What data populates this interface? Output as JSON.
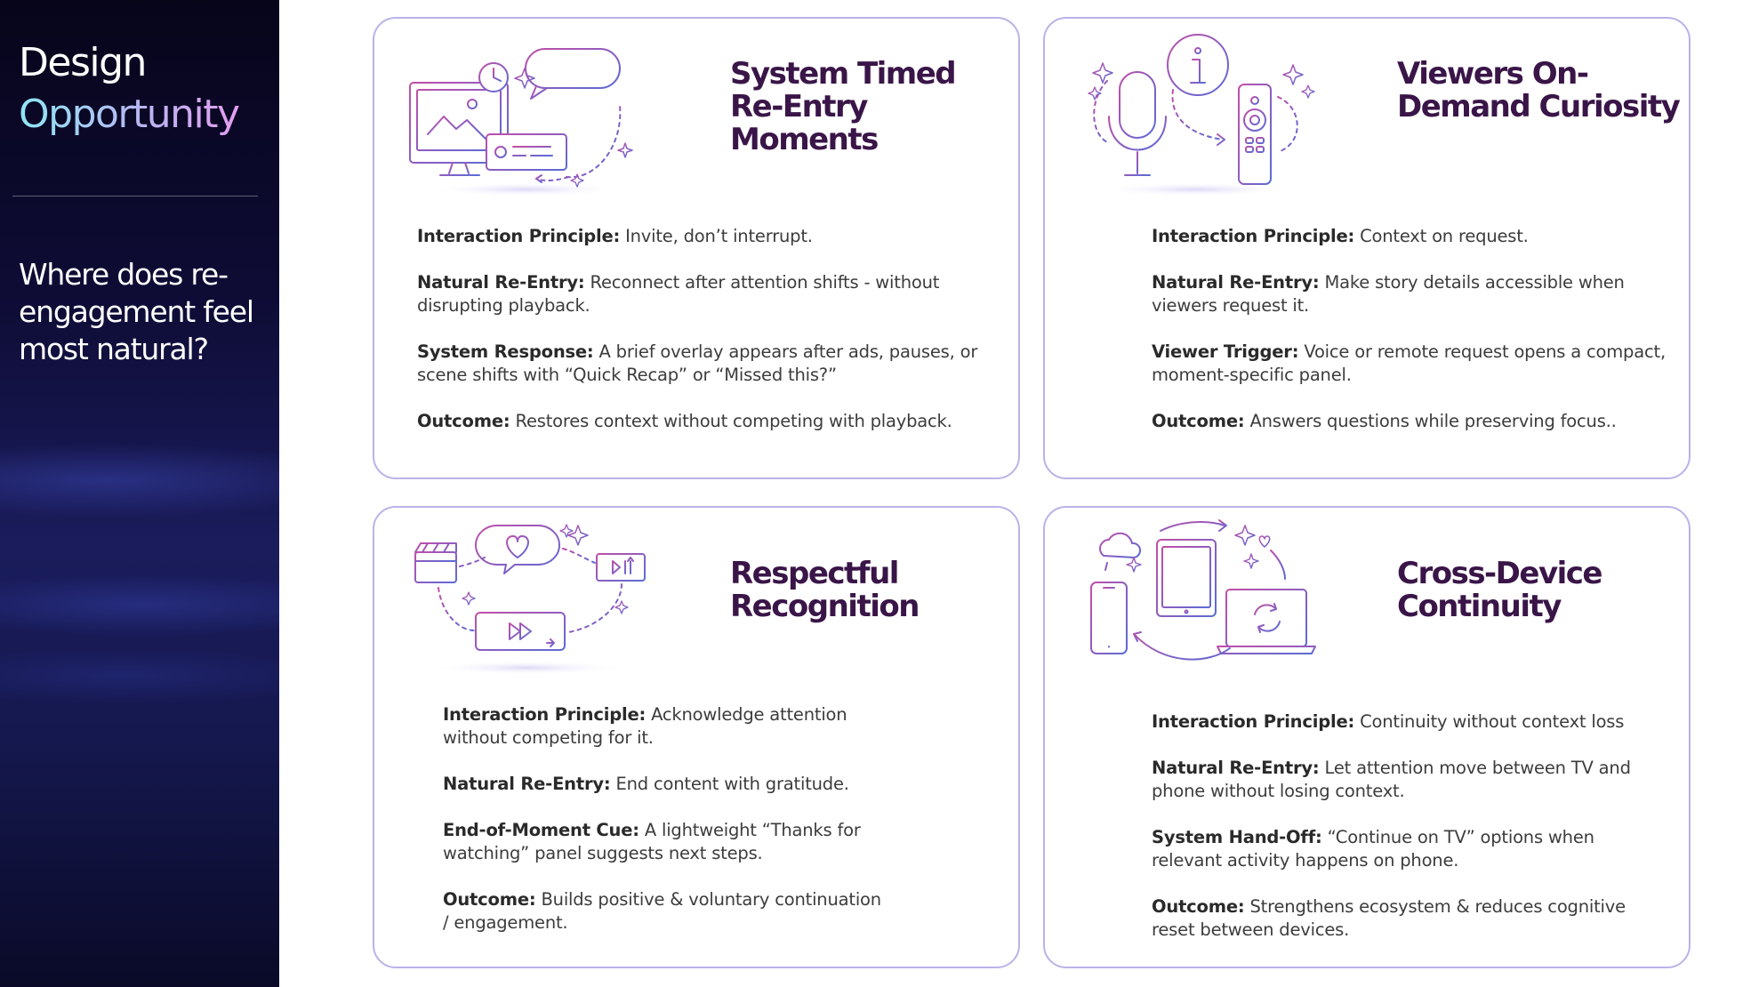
{
  "sidebar": {
    "title_line1": "Design",
    "title_line2": "Opportunity",
    "question": "Where does re-engagement feel most natural?"
  },
  "cards": [
    {
      "title": "System Timed Re-Entry Moments",
      "icon": "monitor-clock-chat-icon",
      "rows": [
        {
          "label": "Interaction Principle:",
          "text": " Invite, don’t interrupt."
        },
        {
          "label": "Natural Re-Entry:",
          "text": " Reconnect after attention shifts - without disrupting playback."
        },
        {
          "label": "System Response:",
          "text": " A brief overlay appears after ads, pauses, or scene shifts with “Quick Recap” or “Missed this?”"
        },
        {
          "label": "Outcome:",
          "text": " Restores context without competing with playback."
        }
      ]
    },
    {
      "title": "Viewers On-Demand Curiosity",
      "icon": "microphone-info-remote-icon",
      "rows": [
        {
          "label": "Interaction Principle:",
          "text": " Context on request."
        },
        {
          "label": "Natural Re-Entry:",
          "text": " Make story details accessible when viewers request it."
        },
        {
          "label": "Viewer Trigger:",
          "text": " Voice or remote request opens a compact, moment-specific panel."
        },
        {
          "label": "Outcome:",
          "text": " Answers questions while preserving focus.."
        }
      ]
    },
    {
      "title": "Respectful Recognition",
      "icon": "clapper-heart-play-icon",
      "rows": [
        {
          "label": "Interaction Principle:",
          "text": " Acknowledge attention without competing for it."
        },
        {
          "label": "Natural Re-Entry:",
          "text": " End content with gratitude."
        },
        {
          "label": "End-of-Moment Cue:",
          "text": " A lightweight “Thanks for watching” panel suggests next steps."
        },
        {
          "label": "Outcome:",
          "text": " Builds positive & voluntary continuation / engagement."
        }
      ]
    },
    {
      "title": "Cross-Device Continuity",
      "icon": "phone-tablet-laptop-sync-icon",
      "rows": [
        {
          "label": "Interaction Principle:",
          "text": " Continuity without context loss"
        },
        {
          "label": "Natural Re-Entry:",
          "text": " Let attention move between TV and phone without losing context."
        },
        {
          "label": "System Hand-Off:",
          "text": " “Continue on TV” options when relevant activity happens on phone."
        },
        {
          "label": "Outcome:",
          "text": " Strengthens ecosystem & reduces cognitive reset between devices."
        }
      ]
    }
  ],
  "colors": {
    "title_purple": "#3a1548",
    "card_border": "#b9b3e8",
    "icon_stroke_start": "#c04fa8",
    "icon_stroke_end": "#5b6bd6"
  }
}
